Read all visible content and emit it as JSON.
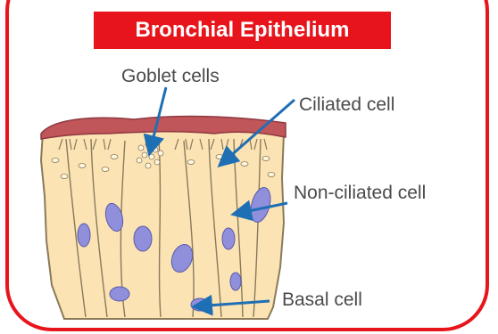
{
  "title": "Bronchial Epithelium",
  "labels": {
    "goblet": "Goblet cells",
    "ciliated": "Ciliated cell",
    "non_ciliated": "Non-ciliated cell",
    "basal": "Basal cell"
  },
  "colors": {
    "frame": "#e8141b",
    "title_bg": "#e8141b",
    "title_text": "#ffffff",
    "arrow": "#1f6fb4",
    "mucus": "#c0555a",
    "cell_fill": "#fbe3b4",
    "cell_outline": "#8a7a5a",
    "nucleus": "#8f8fdc",
    "label_text": "#4a4a4a"
  }
}
